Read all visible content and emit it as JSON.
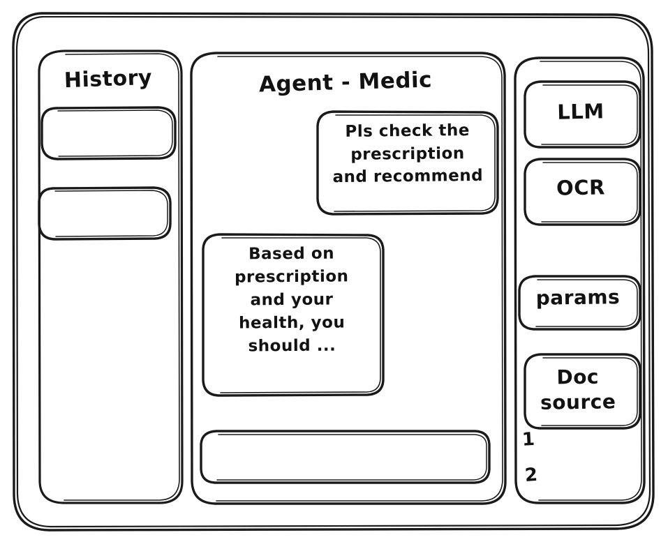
{
  "window": {
    "name": "app-window-frame",
    "style": "hand-drawn-wireframe"
  },
  "sidebar_left": {
    "title": "History",
    "items": [
      {
        "label": "",
        "name": "history-item-1"
      },
      {
        "label": "",
        "name": "history-item-2"
      }
    ]
  },
  "main": {
    "title": "Agent - Medic",
    "messages": [
      {
        "role": "user",
        "text": "Pls check the\nprescription\nand recommend"
      },
      {
        "role": "agent",
        "text": "Based on\nprescription\nand your\nhealth, you\nshould ..."
      }
    ],
    "composer": {
      "value": "",
      "placeholder": ""
    }
  },
  "sidebar_right": {
    "tools": [
      {
        "label": "LLM",
        "name": "tool-llm"
      },
      {
        "label": "OCR",
        "name": "tool-ocr"
      },
      {
        "label": "params",
        "name": "tool-params"
      },
      {
        "label": "Doc\nsource",
        "name": "tool-doc-source"
      }
    ],
    "doc_items": [
      {
        "label": "1"
      },
      {
        "label": "2"
      }
    ]
  },
  "colors": {
    "stroke": "#1a1a1a",
    "background": "#ffffff",
    "text": "#121212"
  }
}
